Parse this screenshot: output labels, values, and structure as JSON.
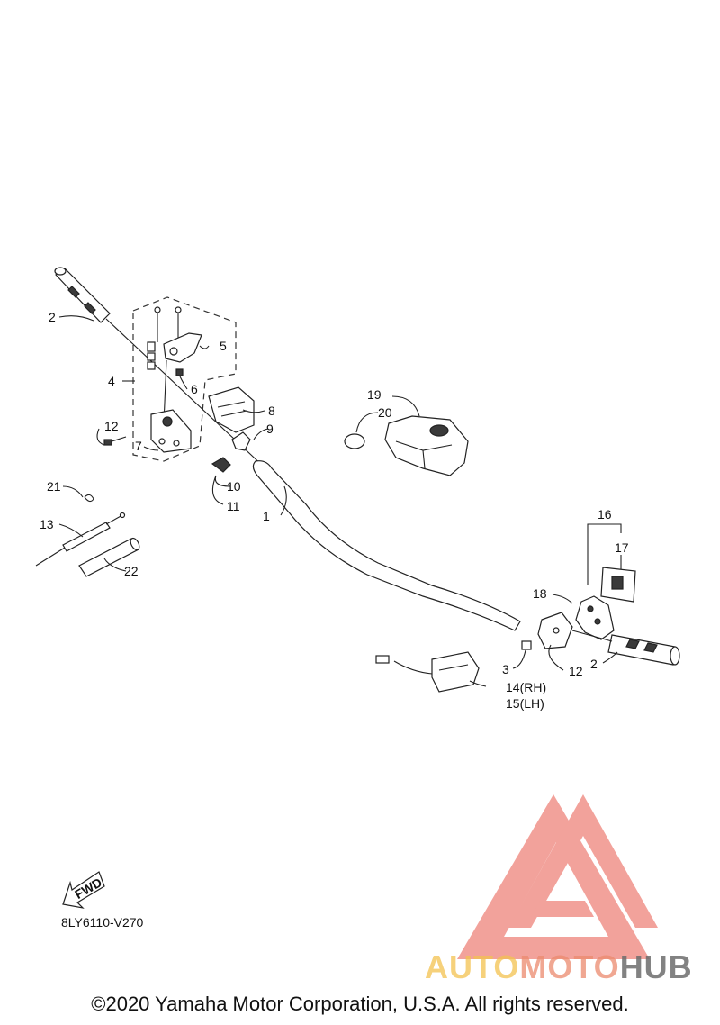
{
  "callouts": {
    "c1": "1",
    "c2_left": "2",
    "c2_right": "2",
    "c3": "3",
    "c4": "4",
    "c5": "5",
    "c6": "6",
    "c7": "7",
    "c8": "8",
    "c9": "9",
    "c10": "10",
    "c11": "11",
    "c12_left": "12",
    "c12_right": "12",
    "c13": "13",
    "c14": "14(RH)",
    "c15": "15(LH)",
    "c16": "16",
    "c17": "17",
    "c18": "18",
    "c19": "19",
    "c20": "20",
    "c21": "21",
    "c22": "22"
  },
  "fwd_label": "FWD",
  "diagram_code": "8LY6110-V270",
  "watermark": {
    "part_a": "AUTO",
    "part_b": "MOTO",
    "part_c": "HUB"
  },
  "copyright": "©2020 Yamaha Motor Corporation, U.S.A. All rights reserved.",
  "colors": {
    "watermark_red": "#e8574a",
    "watermark_yellow": "#f3c24f",
    "ink": "#222222"
  }
}
